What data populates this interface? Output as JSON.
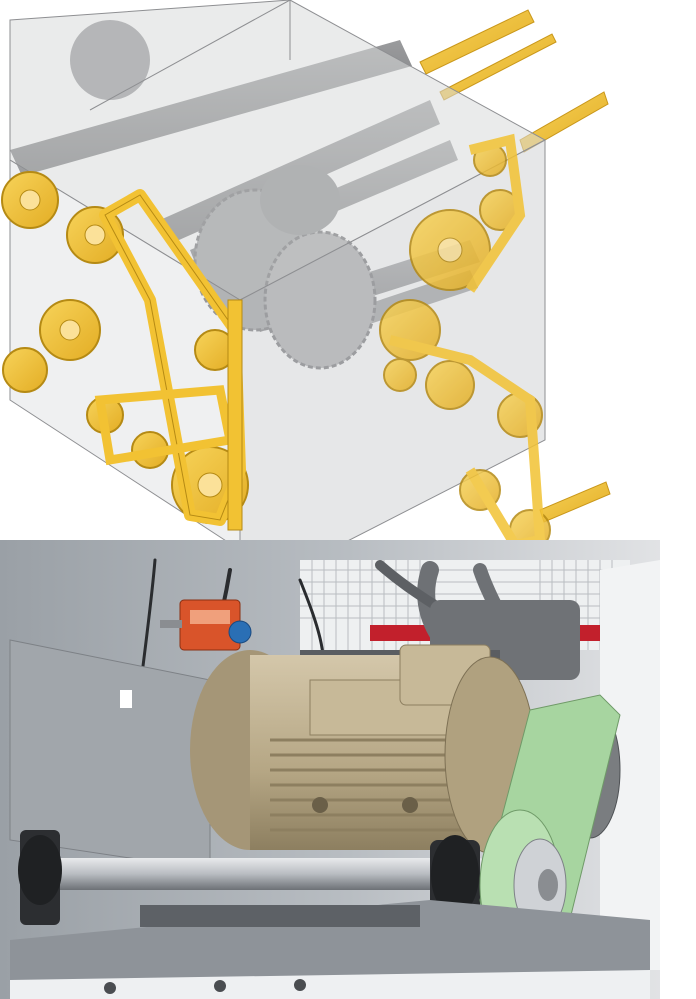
{
  "figure": {
    "top_panel": {
      "kind": "technical-illustration",
      "subject": "drive-unit-cutaway"
    },
    "bottom_panel": {
      "kind": "photograph",
      "subject": "motor-belt-drive"
    }
  },
  "colors": {
    "belt_yellow": "#f2c233",
    "belt_yellow_dark": "#c9971a",
    "housing_grey": "#d9dadb",
    "shaft_grey": "#7e7f81",
    "motor_beige": "#bcae90",
    "belt_green": "#a7d5a0",
    "switch_red": "#d9542a",
    "knob_blue": "#2a6fb5",
    "steel": "#c9ccd0"
  }
}
